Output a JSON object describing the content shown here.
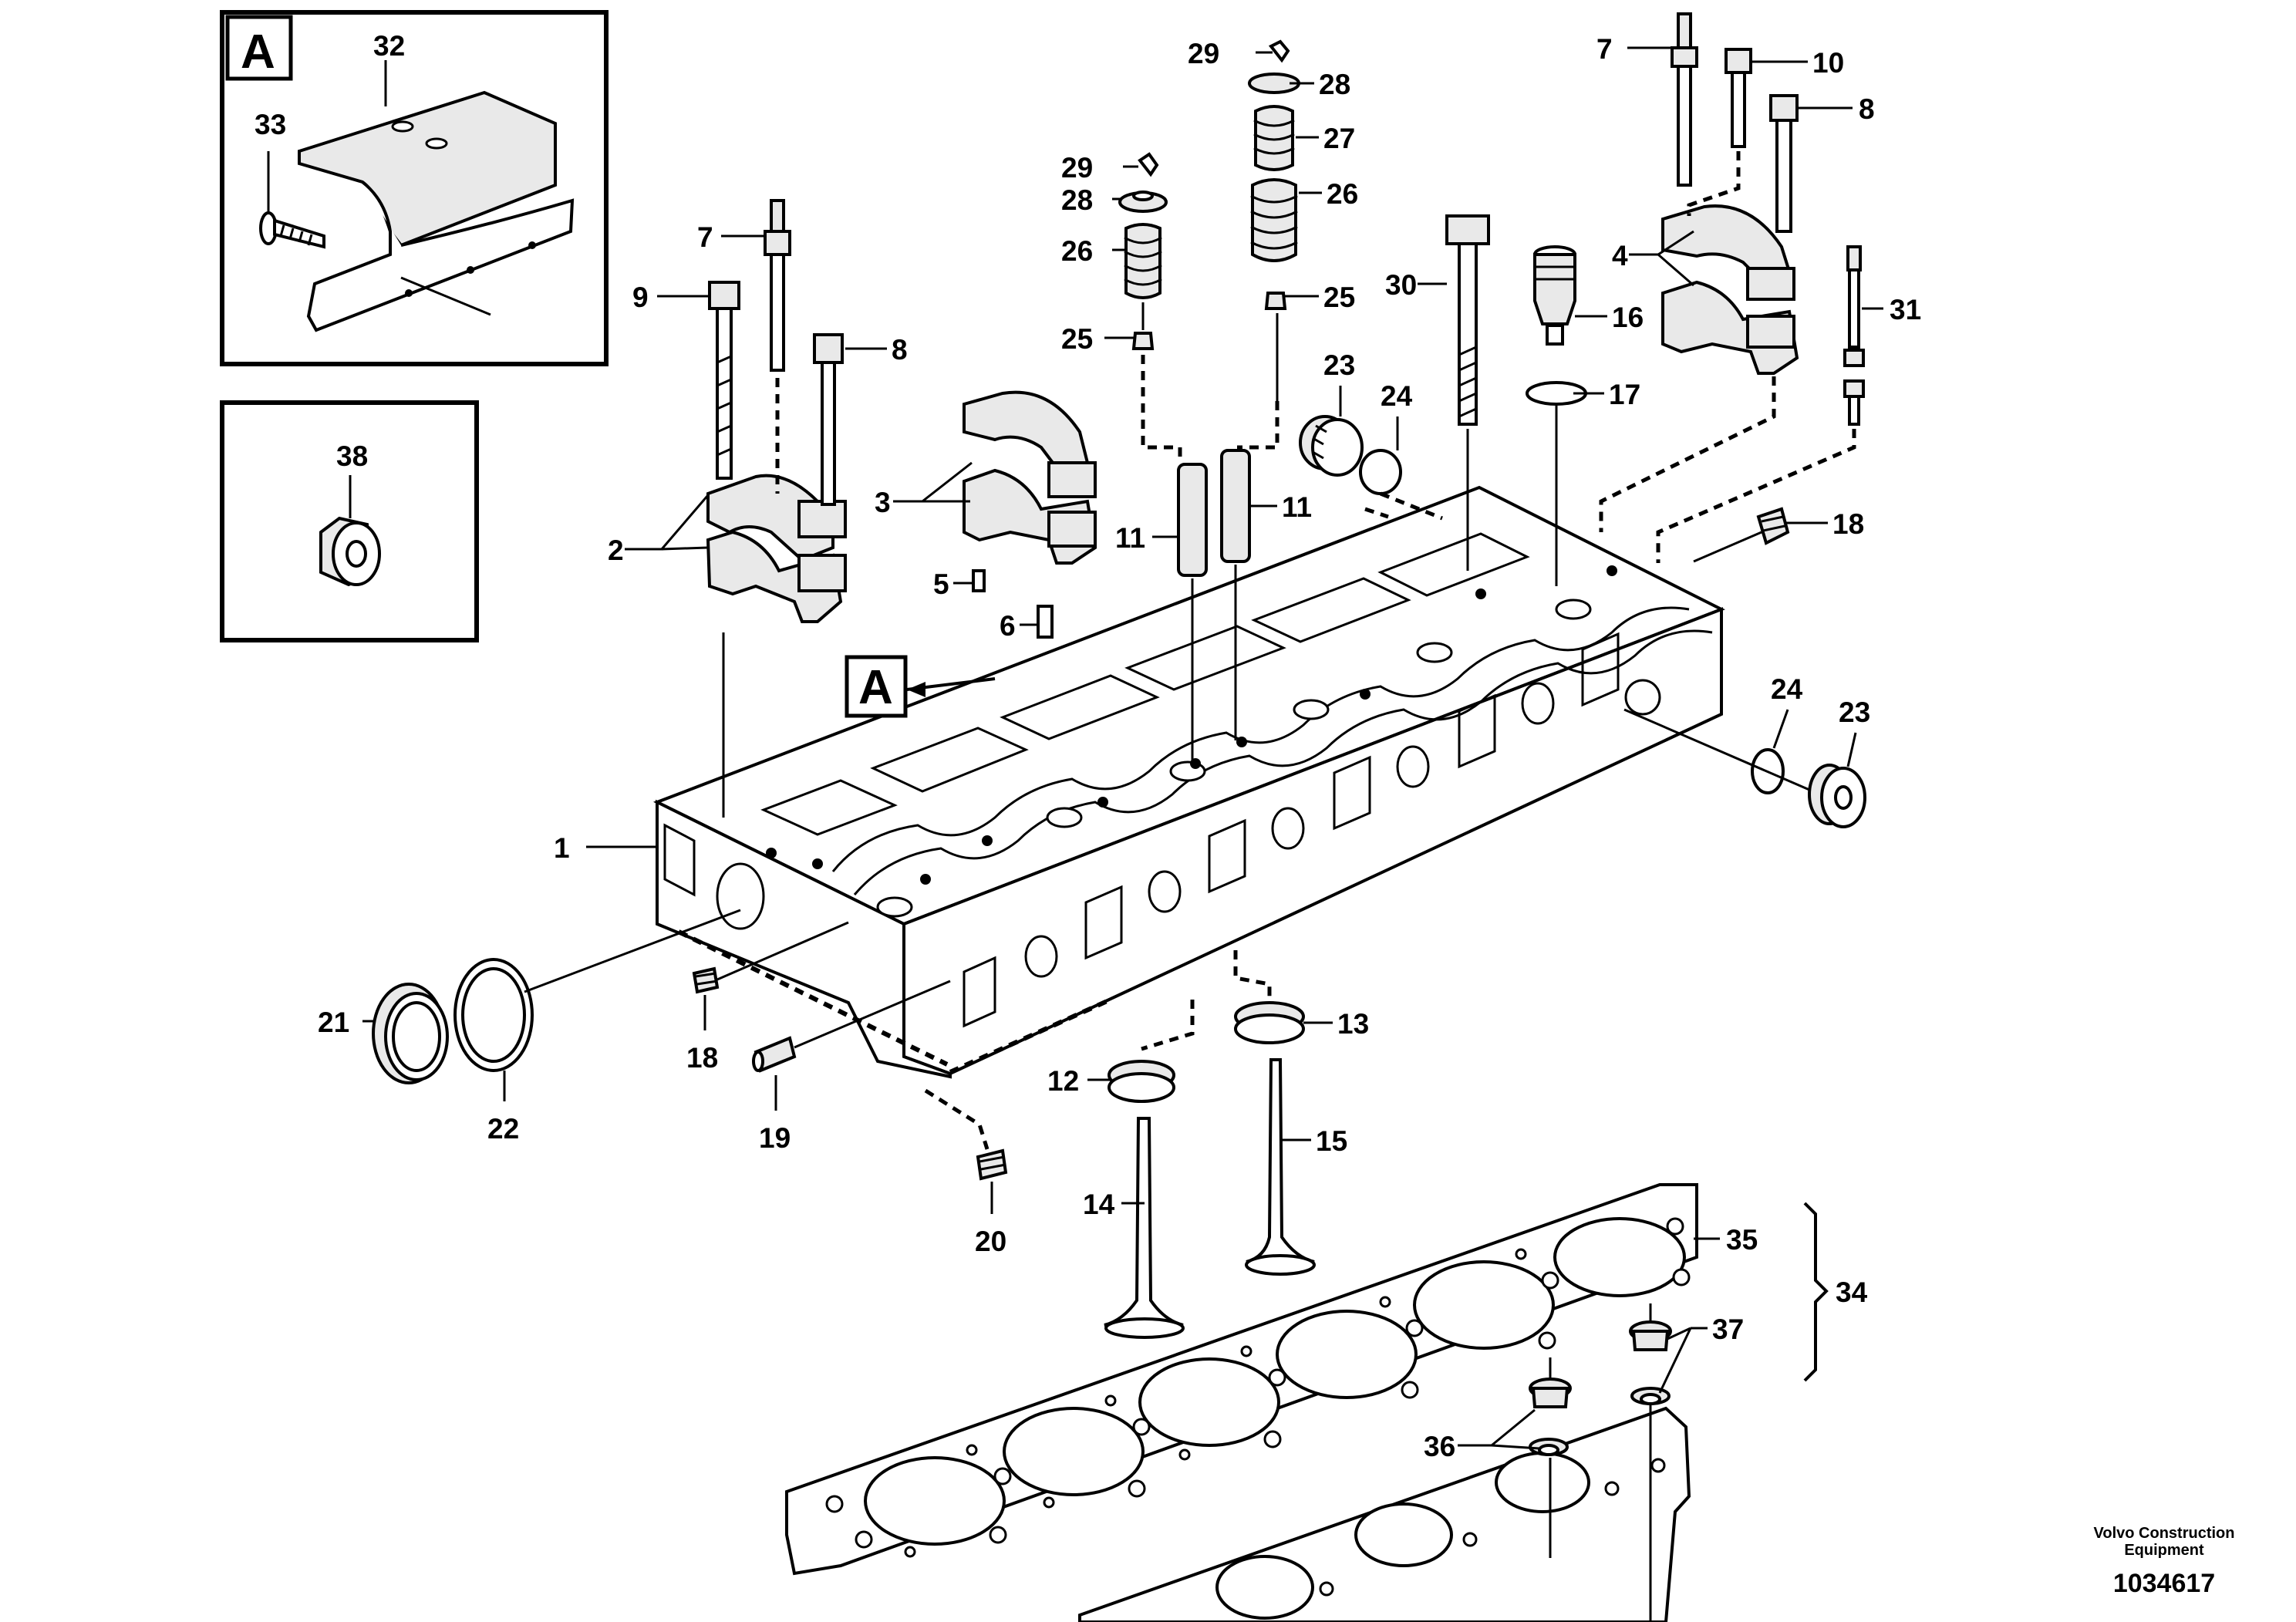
{
  "diagram": {
    "inset_a": {
      "letter": "A",
      "parts": [
        "32",
        "33"
      ]
    },
    "inset_plug": {
      "parts": [
        "38"
      ]
    },
    "view_ref": "A",
    "parts": {
      "p1": "1",
      "p2": "2",
      "p3": "3",
      "p4": "4",
      "p5": "5",
      "p6": "6",
      "p7a": "7",
      "p7b": "7",
      "p8a": "8",
      "p8b": "8",
      "p9": "9",
      "p10": "10",
      "p11a": "11",
      "p11b": "11",
      "p12": "12",
      "p13": "13",
      "p14": "14",
      "p15": "15",
      "p16": "16",
      "p17": "17",
      "p18a": "18",
      "p18b": "18",
      "p19": "19",
      "p20": "20",
      "p21": "21",
      "p22": "22",
      "p23a": "23",
      "p23b": "23",
      "p24a": "24",
      "p24b": "24",
      "p25a": "25",
      "p25b": "25",
      "p26a": "26",
      "p26b": "26",
      "p27": "27",
      "p28a": "28",
      "p28b": "28",
      "p29a": "29",
      "p29b": "29",
      "p30": "30",
      "p31": "31",
      "p32": "32",
      "p33": "33",
      "p34": "34",
      "p35": "35",
      "p36": "36",
      "p37": "37",
      "p38": "38"
    }
  },
  "footer": {
    "brand_line1": "Volvo Construction",
    "brand_line2": "Equipment",
    "drawing_number": "1034617"
  }
}
